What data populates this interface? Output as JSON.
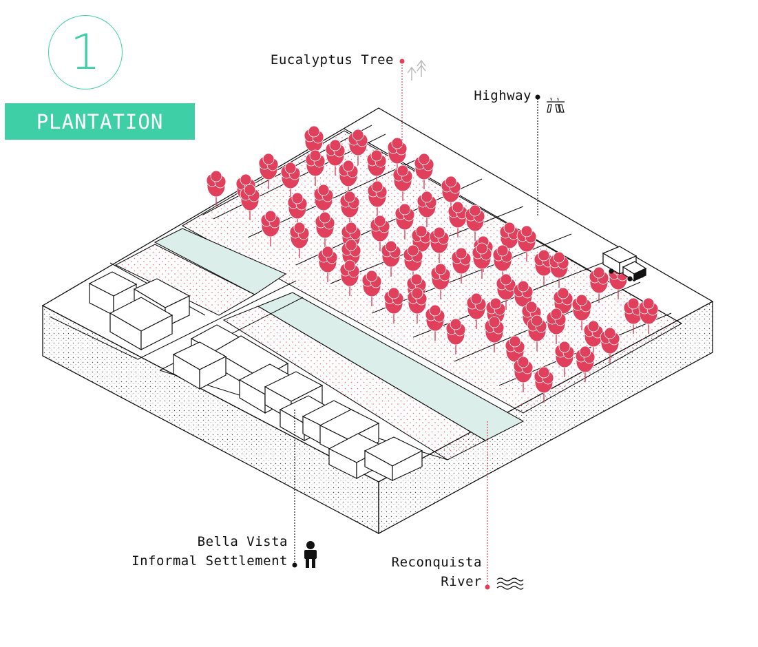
{
  "step": {
    "number": "1",
    "title": "PLANTATION"
  },
  "labels": {
    "eucalyptus": "Eucalyptus Tree",
    "highway": "Highway",
    "settlement_line1": "Bella Vista",
    "settlement_line2": "Informal Settlement",
    "river_line1": "Reconquista",
    "river_line2": "River"
  },
  "icons": {
    "eucalyptus": "tree-icon",
    "highway": "highway-icon",
    "settlement": "person-icon",
    "river": "waves-icon",
    "truck": "truck-icon"
  },
  "colors": {
    "accent": "#3ecfa7",
    "tree": "#e0405c",
    "river": "#dbeeea",
    "stipple": "#e86a80",
    "ink": "#111111"
  }
}
